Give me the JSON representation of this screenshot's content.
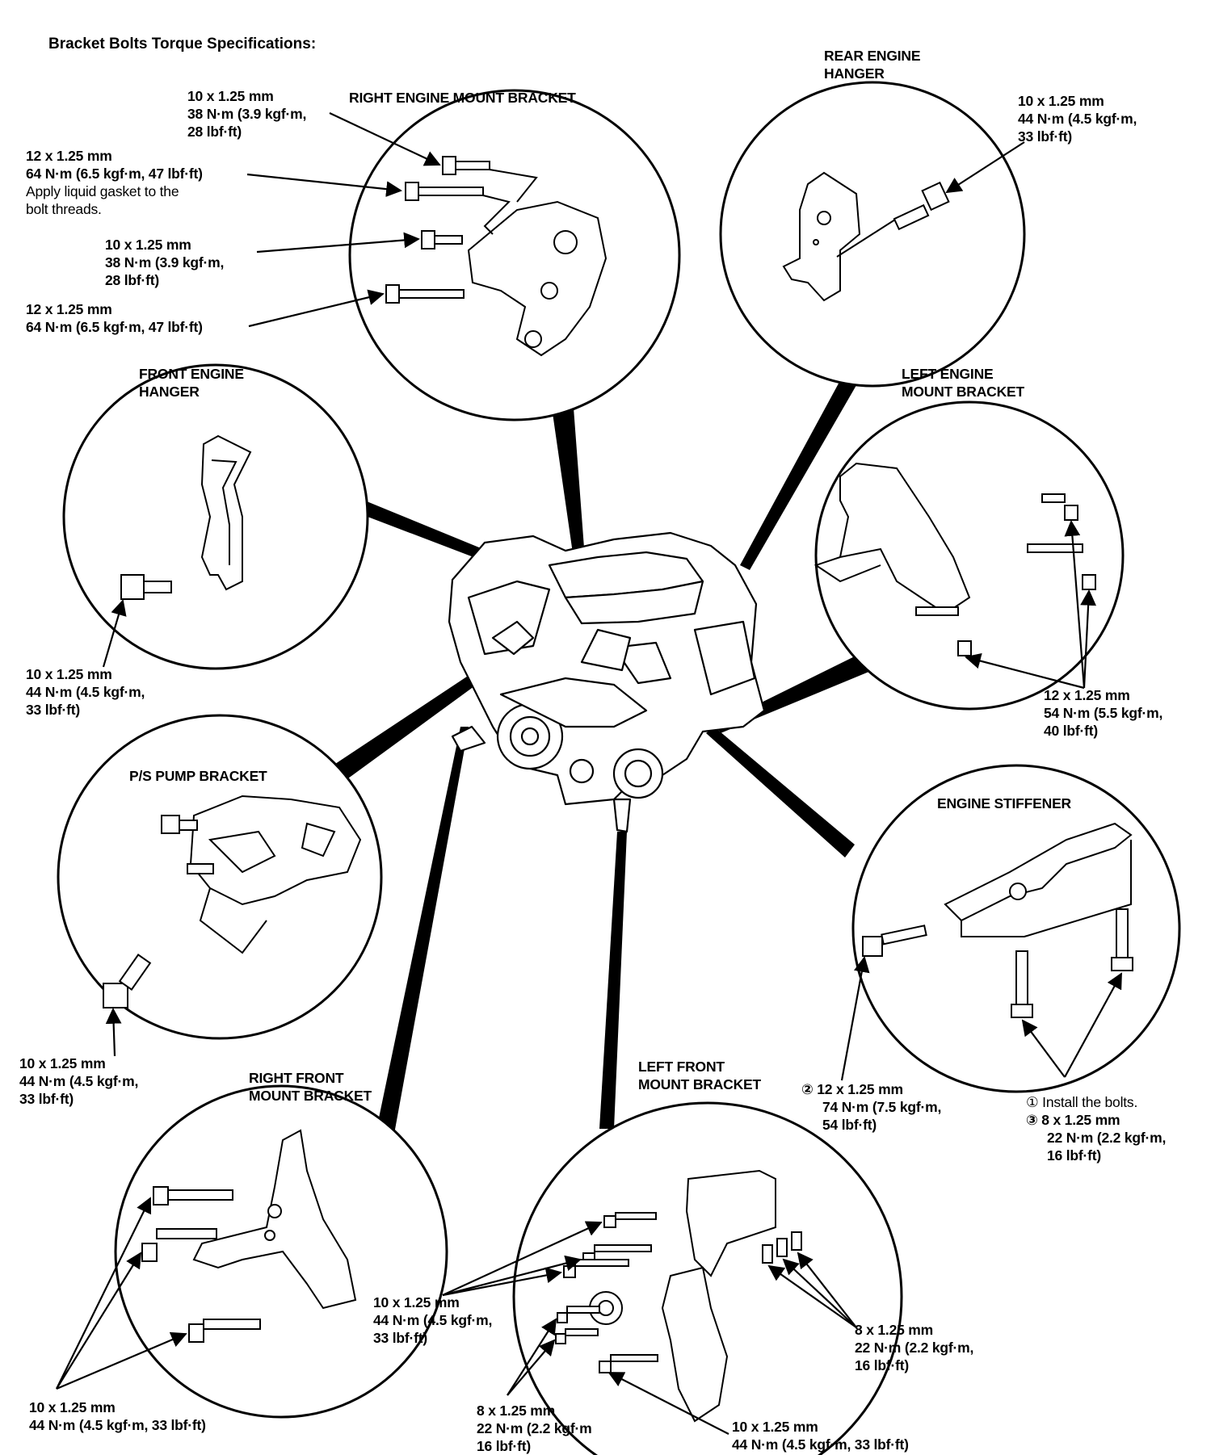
{
  "heading": "Bracket Bolts Torque Specifications:",
  "components": {
    "right_engine_mount_bracket": {
      "title": [
        "RIGHT ENGINE MOUNT BRACKET"
      ],
      "callouts": [
        [
          "10 x 1.25 mm",
          "38 N·m (3.9 kgf·m,",
          "28 lbf·ft)"
        ],
        [
          "12 x 1.25 mm",
          "64 N·m (6.5 kgf·m, 47 lbf·ft)",
          "Apply liquid gasket to the",
          "bolt threads."
        ],
        [
          "10 x 1.25 mm",
          "38 N·m (3.9 kgf·m,",
          "28 lbf·ft)"
        ],
        [
          "12 x 1.25 mm",
          "64 N·m (6.5 kgf·m, 47 lbf·ft)"
        ]
      ]
    },
    "rear_engine_hanger": {
      "title": [
        "REAR ENGINE",
        "HANGER"
      ],
      "callouts": [
        [
          "10 x 1.25 mm",
          "44 N·m (4.5 kgf·m,",
          "33 lbf·ft)"
        ]
      ]
    },
    "front_engine_hanger": {
      "title": [
        "FRONT ENGINE",
        "HANGER"
      ],
      "callouts": [
        [
          "10 x 1.25 mm",
          "44 N·m (4.5 kgf·m,",
          "33 lbf·ft)"
        ]
      ]
    },
    "left_engine_mount_bracket": {
      "title": [
        "LEFT ENGINE",
        "MOUNT BRACKET"
      ],
      "callouts": [
        [
          "12 x 1.25 mm",
          "54 N·m (5.5 kgf·m,",
          "40 lbf·ft)"
        ]
      ]
    },
    "ps_pump_bracket": {
      "title": [
        "P/S PUMP BRACKET"
      ],
      "callouts": [
        [
          "10 x 1.25 mm",
          "44 N·m (4.5 kgf·m,",
          "33 lbf·ft)"
        ]
      ]
    },
    "engine_stiffener": {
      "title": [
        "ENGINE STIFFENER"
      ],
      "callouts": [
        [
          "② 12 x 1.25 mm",
          "74 N·m (7.5 kgf·m,",
          "54 lbf·ft)"
        ],
        [
          "① Install the bolts.",
          "③ 8 x 1.25 mm",
          "22 N·m (2.2 kgf·m,",
          "16 lbf·ft)"
        ]
      ]
    },
    "right_front_mount_bracket": {
      "title": [
        "RIGHT FRONT",
        "MOUNT BRACKET"
      ],
      "callouts": [
        [
          "10 x 1.25 mm",
          "44 N·m (4.5 kgf·m, 33 lbf·ft)"
        ]
      ]
    },
    "left_front_mount_bracket": {
      "title": [
        "LEFT FRONT",
        "MOUNT BRACKET"
      ],
      "callouts": [
        [
          "10 x 1.25 mm",
          "44 N·m (4.5 kgf·m,",
          "33 lbf·ft)"
        ],
        [
          "8 x 1.25 mm",
          "22 N·m (2.2 kgf·m,",
          "16 lbf·ft)"
        ],
        [
          "8 x 1.25 mm",
          "22 N·m (2.2 kgf·m",
          "16 lbf·ft)"
        ],
        [
          "10 x 1.25 mm",
          "44 N·m (4.5 kgf·m, 33 lbf·ft)"
        ]
      ]
    }
  }
}
